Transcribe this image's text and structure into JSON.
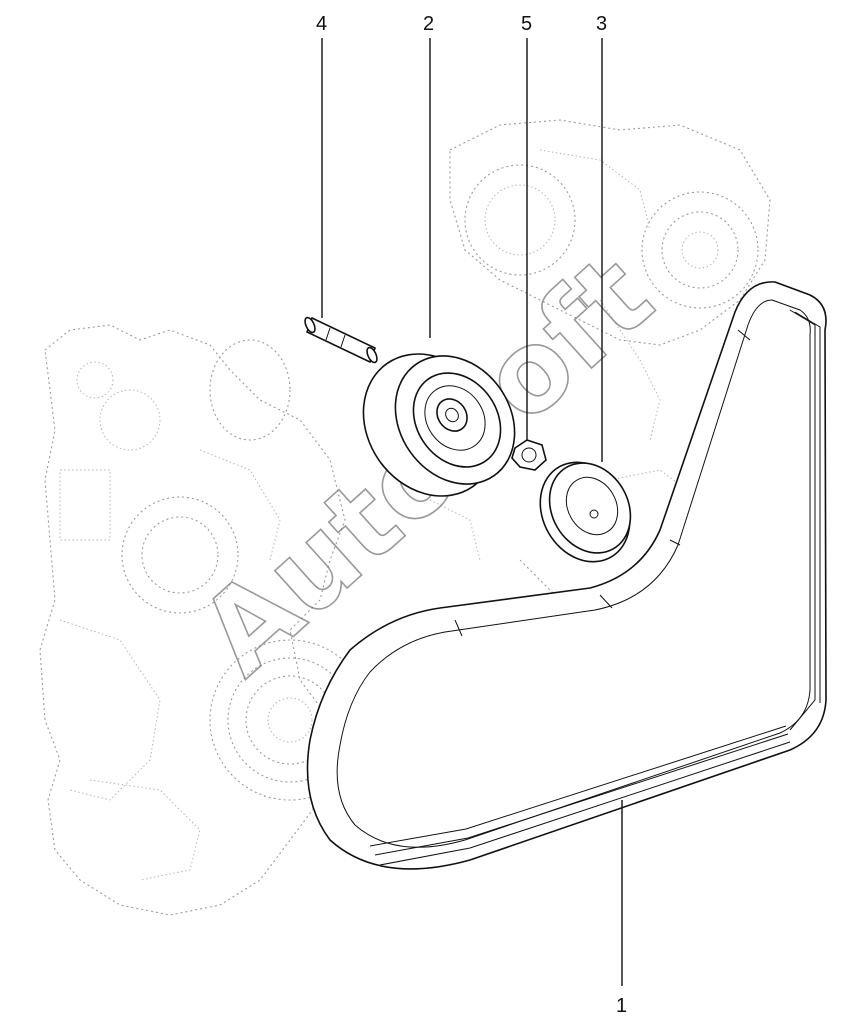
{
  "diagram": {
    "callouts": [
      {
        "number": "4"
      },
      {
        "number": "2"
      },
      {
        "number": "5"
      },
      {
        "number": "3"
      },
      {
        "number": "1"
      }
    ],
    "watermark": "AutoSoft",
    "colors": {
      "line": "#111111",
      "background_engine": "#9a9a9a",
      "watermark": "#777777"
    }
  }
}
